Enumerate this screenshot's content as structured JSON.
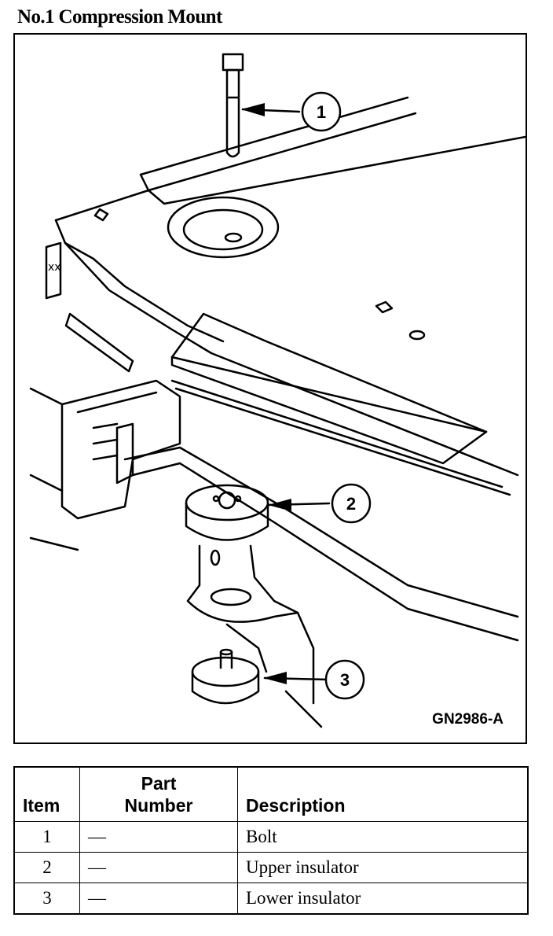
{
  "title": "No.1 Compression Mount",
  "figure": {
    "id": "GN2986-A",
    "callouts": [
      "1",
      "2",
      "3"
    ]
  },
  "table": {
    "headers": {
      "item": "Item",
      "part_number_line1": "Part",
      "part_number_line2": "Number",
      "description": "Description"
    },
    "rows": [
      {
        "item": "1",
        "part_number": "—",
        "description": "Bolt"
      },
      {
        "item": "2",
        "part_number": "—",
        "description": "Upper insulator"
      },
      {
        "item": "3",
        "part_number": "—",
        "description": "Lower insulator"
      }
    ]
  }
}
